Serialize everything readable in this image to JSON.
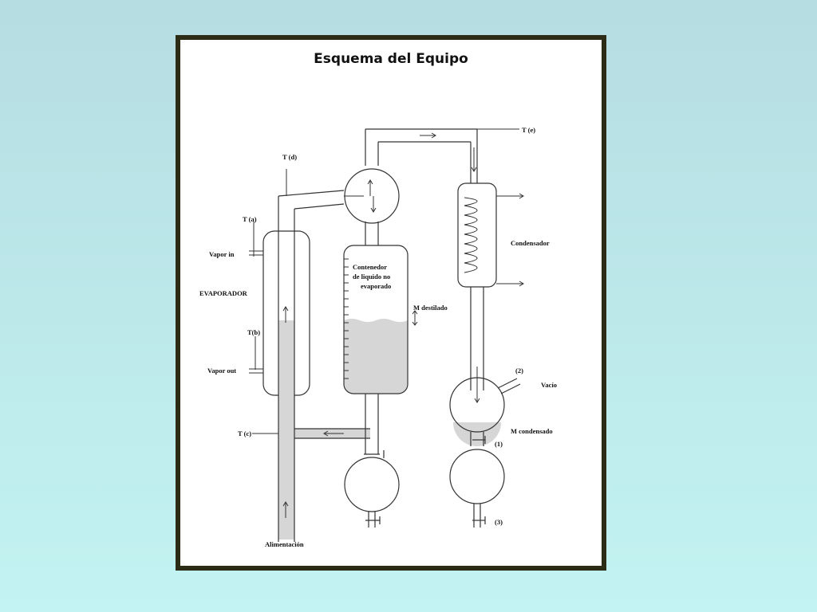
{
  "title": "Esquema del Equipo",
  "labels": {
    "t_d": "T (d)",
    "t_e_top": "T (e)",
    "t_a": "T (a)",
    "vapor_in": "Vapor in",
    "evaporador": "EVAPORADOR",
    "t_b": "T(b)",
    "vapor_out": "Vapor out",
    "t_c": "T (c)",
    "alimentacion": "Alimentación",
    "contenedor_1": "Contenedor",
    "contenedor_2": "de liquido no",
    "contenedor_3": "evaporado",
    "m_destilado": "M destilado",
    "condensador": "Condensador",
    "n2": "(2)",
    "vacio": "Vacío",
    "m_condensado": "M condensado",
    "n1": "(1)",
    "n3": "(3)"
  }
}
